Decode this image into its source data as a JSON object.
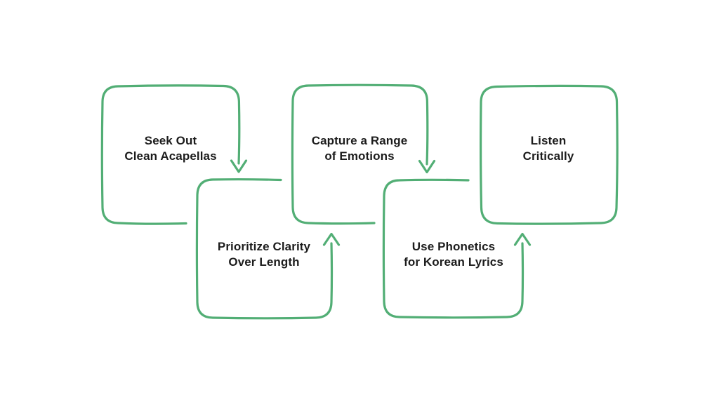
{
  "canvas": {
    "background_color": "#ffffff"
  },
  "diagram": {
    "accent_color": "#52ae75",
    "text_color": "#1c1c1c",
    "steps": [
      {
        "label_line1": "Seek Out",
        "label_line2": "Clean Acapellas",
        "position": "top-left"
      },
      {
        "label_line1": "Prioritize Clarity",
        "label_line2": "Over Length",
        "position": "bottom-left"
      },
      {
        "label_line1": "Capture a Range",
        "label_line2": "of Emotions",
        "position": "top-middle"
      },
      {
        "label_line1": "Use Phonetics",
        "label_line2": "for Korean Lyrics",
        "position": "bottom-middle"
      },
      {
        "label_line1": "Listen",
        "label_line2": "Critically",
        "position": "top-right"
      }
    ],
    "arrows": [
      {
        "name": "arrow-step1-to-step2",
        "direction": "down"
      },
      {
        "name": "arrow-step2-to-step3",
        "direction": "up"
      },
      {
        "name": "arrow-step3-to-step4",
        "direction": "down"
      },
      {
        "name": "arrow-step4-to-step5",
        "direction": "up"
      }
    ]
  }
}
